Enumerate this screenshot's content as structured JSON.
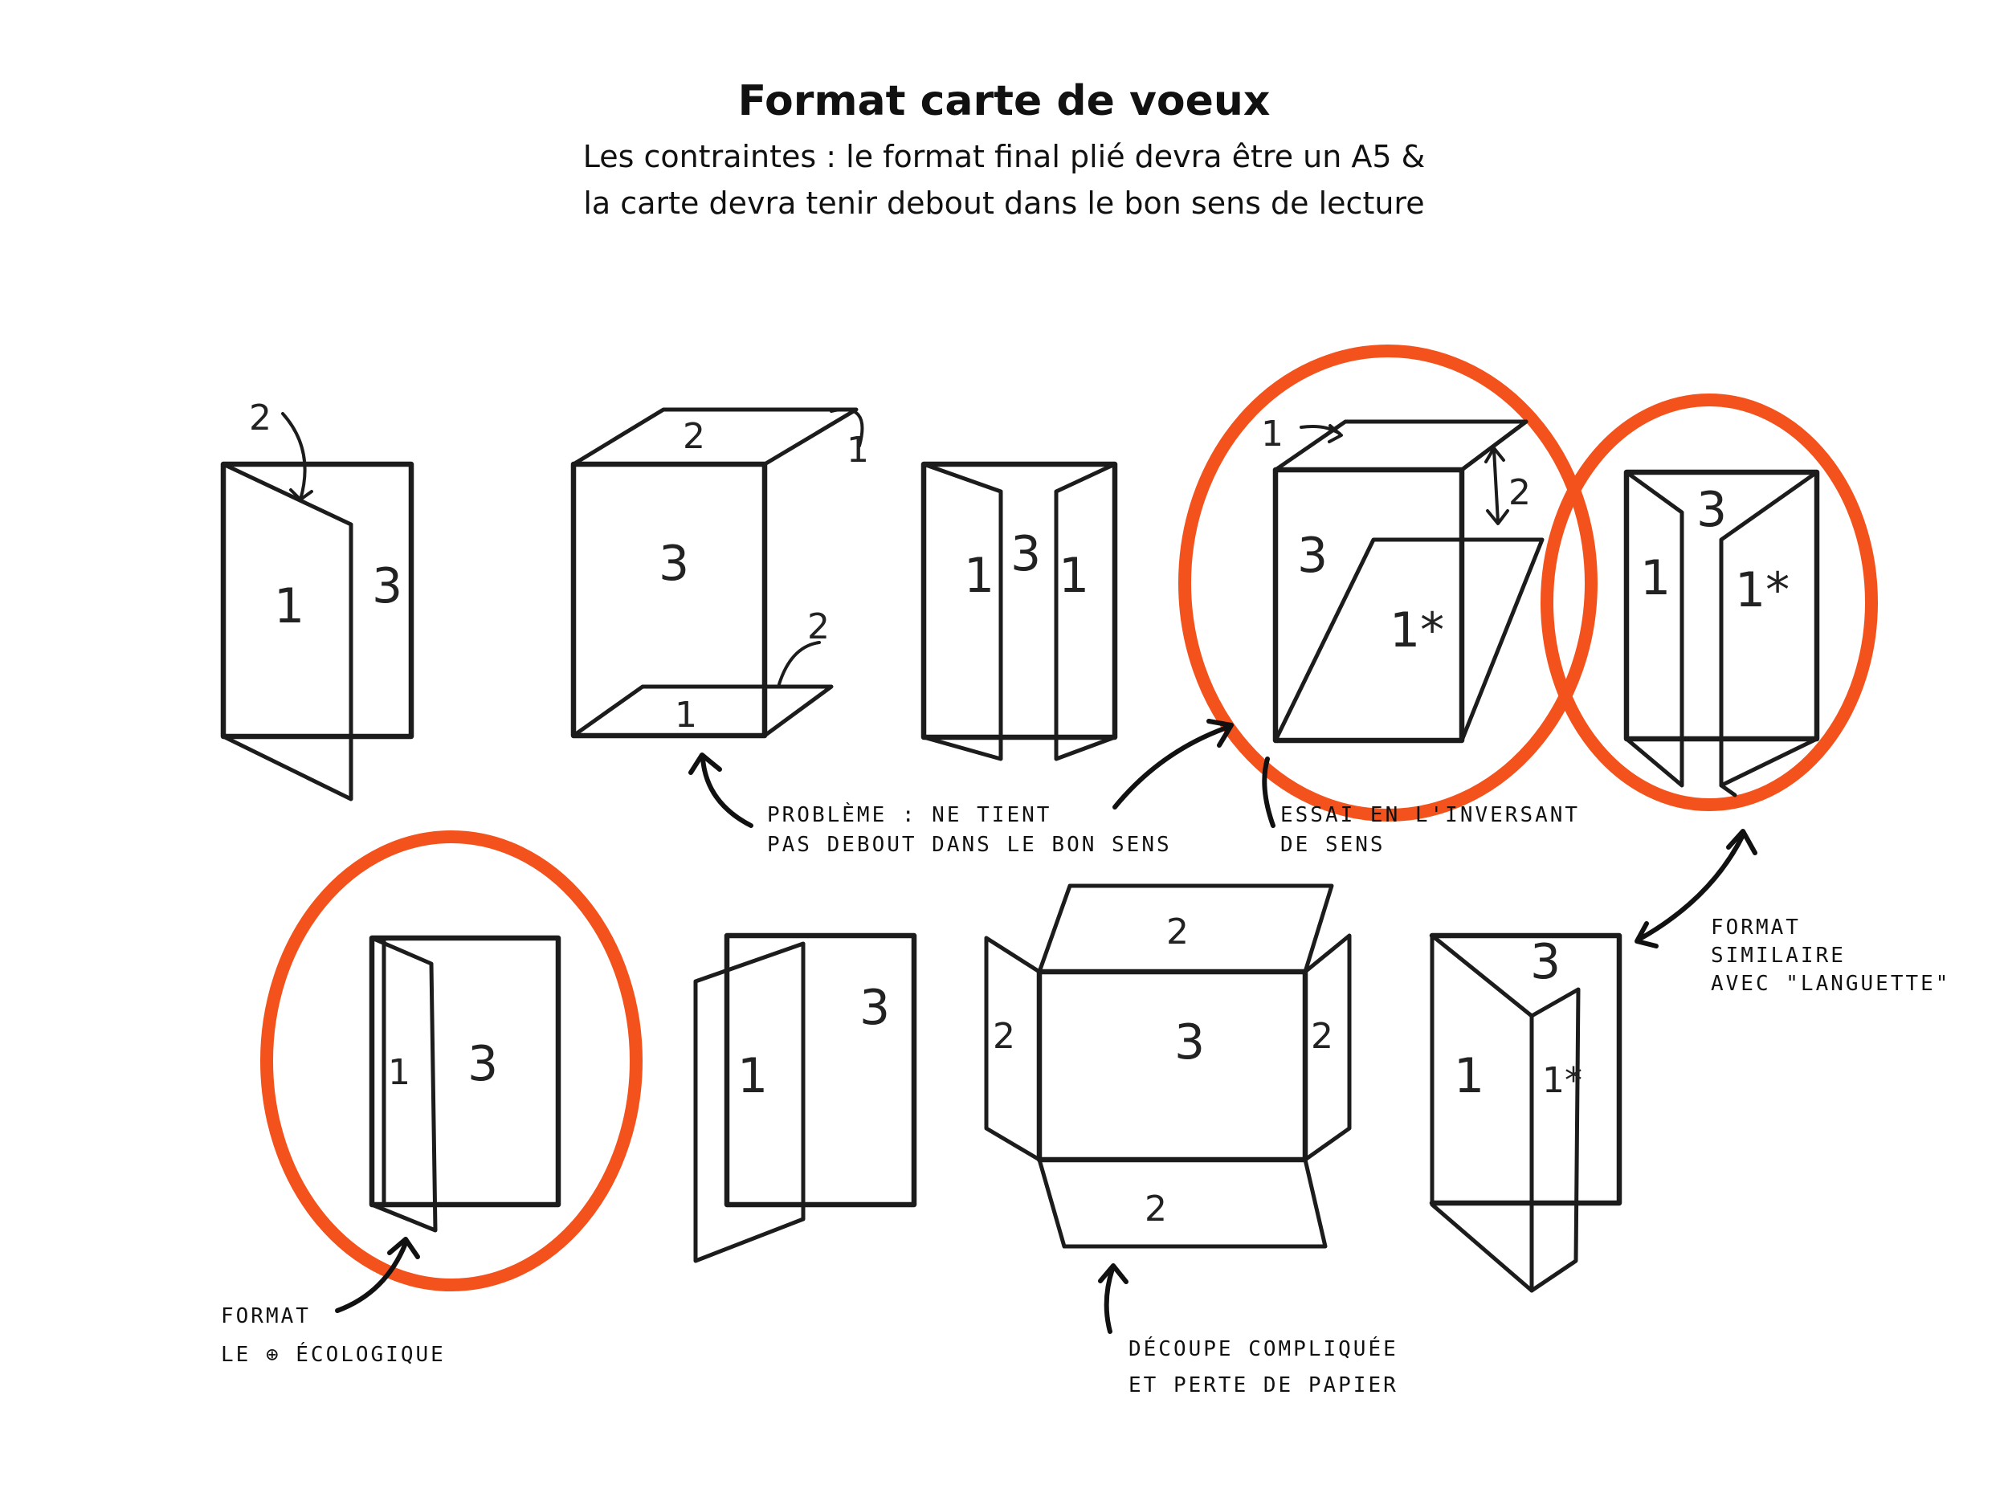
{
  "header": {
    "title": "Format carte de voeux",
    "subtitle_line1": "Les contraintes : le format final plié devra être un A5 &",
    "subtitle_line2": "la carte devra tenir debout dans le bon sens de lecture"
  },
  "sketches": {
    "sketch1": {
      "panels": [
        "1",
        "3",
        "2"
      ]
    },
    "sketch2": {
      "panels": [
        "2",
        "1",
        "3",
        "2",
        "1"
      ]
    },
    "sketch3": {
      "panels": [
        "1",
        "3",
        "1"
      ]
    },
    "sketch4": {
      "panels": [
        "1",
        "3",
        "2",
        "1*"
      ]
    },
    "sketch5": {
      "panels": [
        "3",
        "1",
        "1*"
      ]
    },
    "sketch6": {
      "panels": [
        "1",
        "3"
      ]
    },
    "sketch7": {
      "panels": [
        "1",
        "3"
      ]
    },
    "sketch8": {
      "panels": [
        "2",
        "2",
        "3",
        "2",
        "2"
      ]
    },
    "sketch9": {
      "panels": [
        "3",
        "1",
        "1*"
      ]
    }
  },
  "annotations": {
    "probleme_line1": "PROBLÈME : NE TIENT",
    "probleme_line2": "PAS DEBOUT DANS LE BON SENS",
    "essai_line1": "ESSAI EN L'INVERSANT",
    "essai_line2": "DE SENS",
    "similaire_line1": "FORMAT",
    "similaire_line2": "SIMILAIRE",
    "similaire_line3": "AVEC \"LANGUETTE\"",
    "eco_line1": "FORMAT",
    "eco_line2": "LE ⊕ ÉCOLOGIQUE",
    "decoupe_line1": "DÉCOUPE COMPLIQUÉE",
    "decoupe_line2": "ET PERTE DE PAPIER"
  },
  "colors": {
    "highlight_circle": "#f3521c",
    "ink": "#1c1c1c"
  }
}
